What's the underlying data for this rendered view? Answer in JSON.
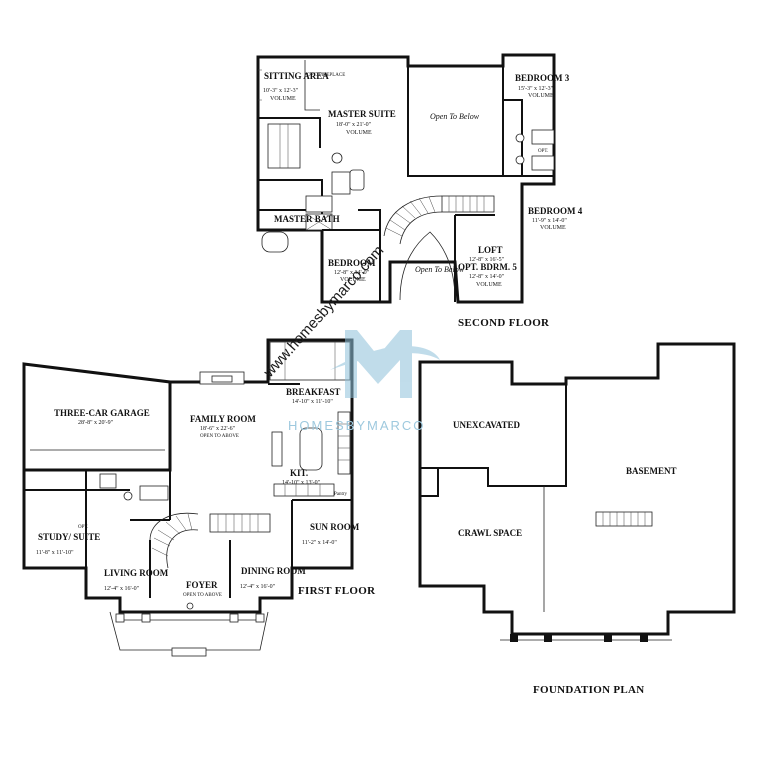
{
  "watermark": {
    "brand": "HOMESBYMARCO",
    "url": "www.homesbymarco.com"
  },
  "second_floor": {
    "title": "SECOND FLOOR",
    "rooms": {
      "sitting": {
        "name": "SITTING AREA",
        "dim": "10'-3\" x 12'-3\"",
        "sub": "VOLUME",
        "opt": "OPT. FIREPLACE"
      },
      "master_suite": {
        "name": "MASTER SUITE",
        "dim": "18'-0\" x 21'-0\"",
        "sub": "VOLUME"
      },
      "open_below": {
        "name": "Open To Below"
      },
      "bedroom3": {
        "name": "BEDROOM 3",
        "dim": "15'-3\" x 12'-3\"",
        "sub": "VOLUME"
      },
      "master_bath": {
        "name": "MASTER BATH"
      },
      "bedroom": {
        "name": "BEDROOM",
        "dim": "12'-8\" x 14'-0\"",
        "sub": "VOLUME"
      },
      "open_to_below2": {
        "name": "Open To Below"
      },
      "loft": {
        "name": "LOFT",
        "alt": "OPT. BDRM. 5",
        "dim1": "12'-8\" x 16'-5\"",
        "dim2": "12'-8\" x 14'-0\"",
        "sub": "VOLUME"
      },
      "bedroom4": {
        "name": "BEDROOM 4",
        "dim": "11'-9\" x 14'-0\"",
        "sub": "VOLUME"
      },
      "opt_labels": [
        "OPT."
      ]
    }
  },
  "first_floor": {
    "title": "FIRST FLOOR",
    "rooms": {
      "garage": {
        "name": "THREE-CAR GARAGE",
        "dim": "28'-8\" x 20'-9\""
      },
      "family": {
        "name": "FAMILY ROOM",
        "dim": "18'-6\" x 22'-6\"",
        "sub": "OPEN TO ABOVE"
      },
      "breakfast": {
        "name": "BREAKFAST",
        "dim": "14'-10\" x 11'-10\""
      },
      "kit": {
        "name": "KIT.",
        "dim": "14'-10\" x 13'-0\""
      },
      "pantry": {
        "name": "Pantry"
      },
      "study": {
        "name": "STUDY/ SUITE",
        "dim": "11'-8\" x 11'-10\""
      },
      "living": {
        "name": "LIVING ROOM",
        "dim": "12'-4\" x 16'-0\""
      },
      "foyer": {
        "name": "FOYER",
        "sub": "OPEN TO ABOVE"
      },
      "dining": {
        "name": "DINING ROOM",
        "dim": "12'-4\" x 16'-0\""
      },
      "sun": {
        "name": "SUN ROOM",
        "dim": "11'-2\" x 14'-0\""
      },
      "opt": "OPT."
    }
  },
  "foundation": {
    "title": "FOUNDATION PLAN",
    "areas": {
      "unexcavated": "UNEXCAVATED",
      "basement": "BASEMENT",
      "crawl": "CRAWL SPACE"
    }
  }
}
